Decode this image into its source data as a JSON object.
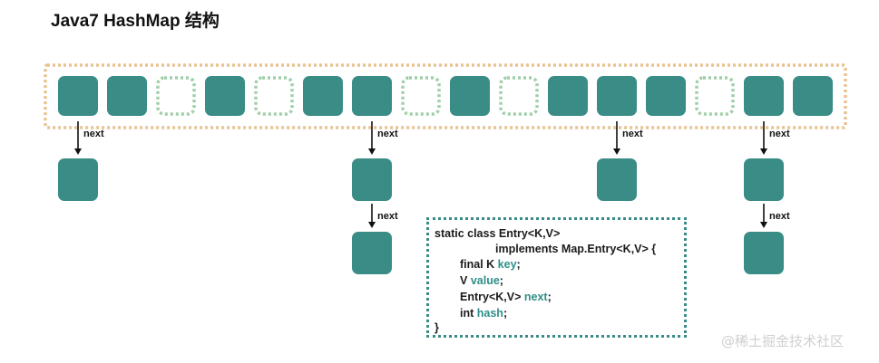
{
  "title": "Java7 HashMap 结构",
  "colors": {
    "bucket_fill": "#3a8c86",
    "empty_bucket_border": "#9fcfa8",
    "array_border": "#e8c392",
    "arrow": "#111111",
    "field_highlight": "#2f8f88"
  },
  "array": {
    "slots": [
      {
        "filled": true
      },
      {
        "filled": true
      },
      {
        "filled": false
      },
      {
        "filled": true
      },
      {
        "filled": false
      },
      {
        "filled": true
      },
      {
        "filled": true
      },
      {
        "filled": false
      },
      {
        "filled": true
      },
      {
        "filled": false
      },
      {
        "filled": true
      },
      {
        "filled": true
      },
      {
        "filled": true
      },
      {
        "filled": false
      },
      {
        "filled": true
      },
      {
        "filled": true
      }
    ]
  },
  "chains": [
    {
      "slot": 0,
      "length": 1
    },
    {
      "slot": 6,
      "length": 2
    },
    {
      "slot": 11,
      "length": 1
    },
    {
      "slot": 14,
      "length": 2
    }
  ],
  "arrow_label": "next",
  "code": {
    "line1": "static class Entry<K,V>",
    "line2": "implements Map.Entry<K,V> {",
    "line3_prefix": "final K ",
    "line3_field": "key",
    "line3_suffix": ";",
    "line4_prefix": "V ",
    "line4_field": "value",
    "line4_suffix": ";",
    "line5_prefix": "Entry<K,V> ",
    "line5_field": "next",
    "line5_suffix": ";",
    "line6_prefix": "int ",
    "line6_field": "hash",
    "line6_suffix": ";",
    "line7": "}"
  },
  "watermark": "@稀土掘金技术社区"
}
